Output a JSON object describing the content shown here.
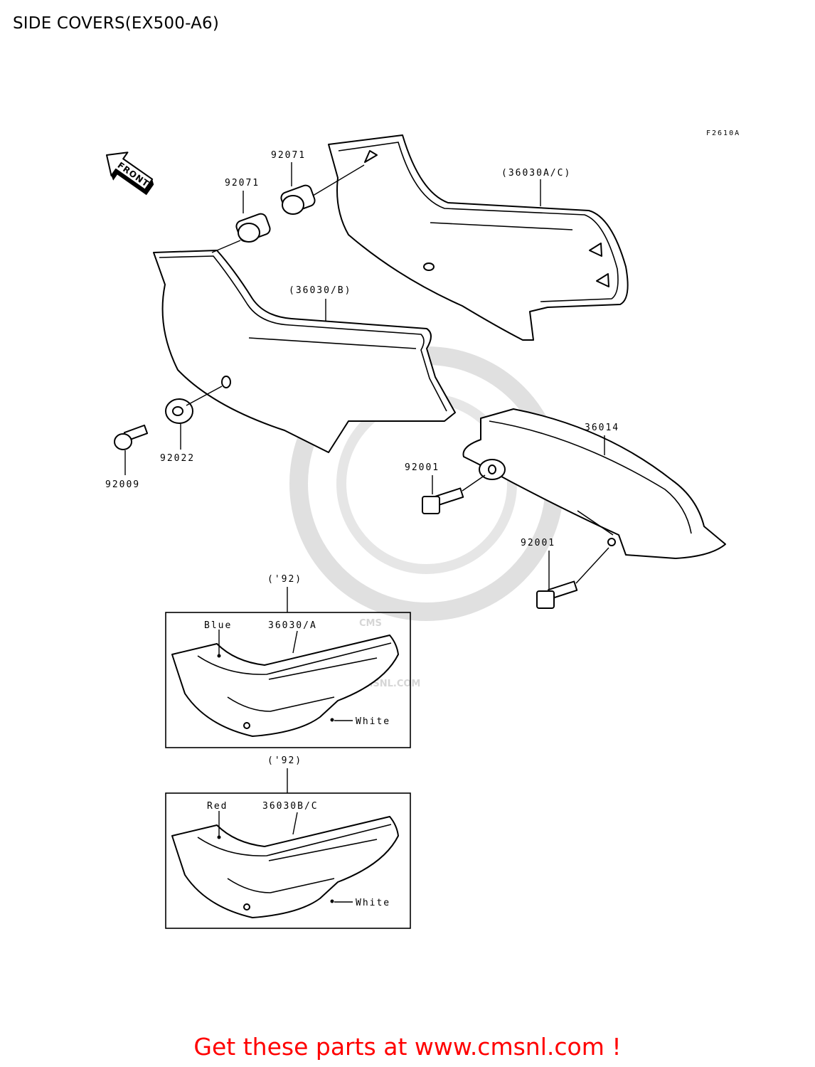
{
  "title": "SIDE COVERS(EX500-A6)",
  "figure_code": "F2610A",
  "front_label": "FRONT",
  "parts": {
    "grommet_left": "92071",
    "grommet_right": "92071",
    "cover_right": "(36030A/C)",
    "cover_left": "(36030/B)",
    "chain_cover": "36014",
    "bolt_upper": "92001",
    "bolt_lower": "92001",
    "washer": "92022",
    "screw": "92009"
  },
  "variant_1": {
    "year": "('92)",
    "part": "36030/A",
    "color_primary": "Blue",
    "color_secondary": "White"
  },
  "variant_2": {
    "year": "('92)",
    "part": "36030B/C",
    "color_primary": "Red",
    "color_secondary": "White"
  },
  "watermark": {
    "brand": "CMS",
    "url": "WWW.CMSNL.COM"
  },
  "promo_text": "Get these parts at www.cmsnl.com !",
  "colors": {
    "promo": "#ff0000",
    "watermark": "#d6d6d6"
  }
}
